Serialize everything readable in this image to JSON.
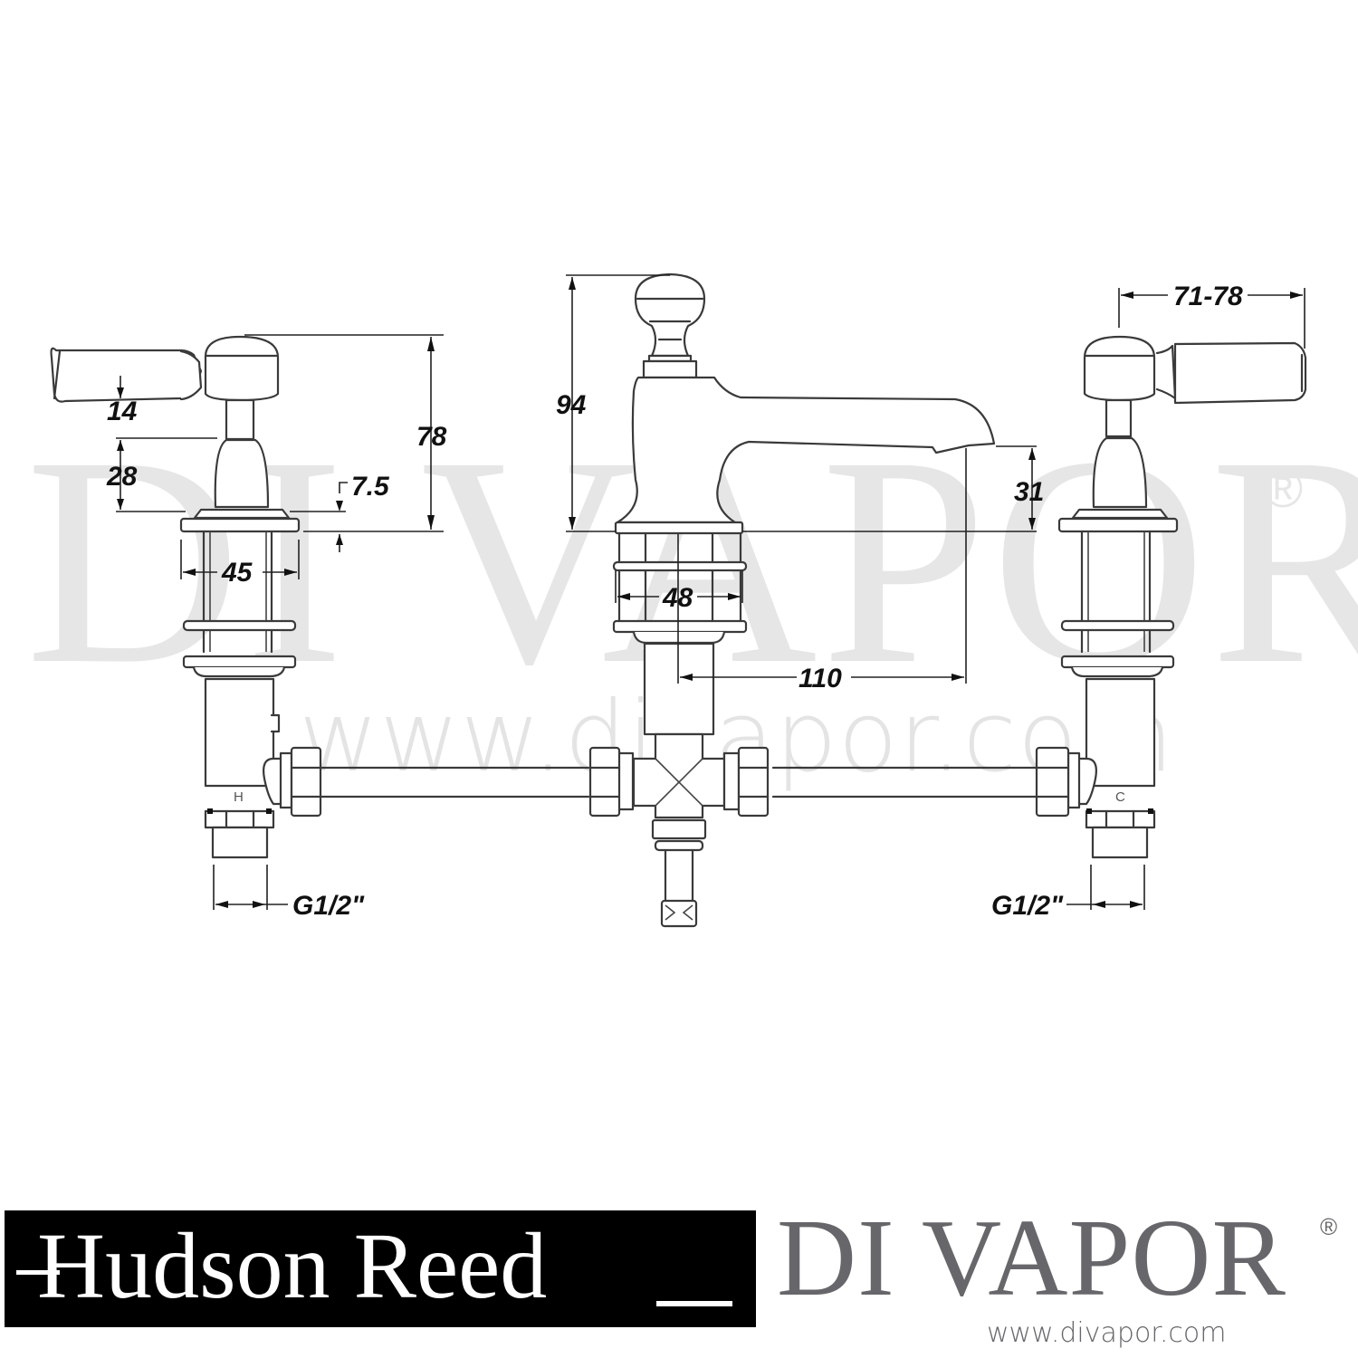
{
  "watermark": {
    "brand": "DI VAPOR",
    "registered": "®",
    "url": "www.divapor.com"
  },
  "drawing": {
    "title": "Three-hole basin mixer technical drawing",
    "dimensions": {
      "lever_to_body": "14",
      "body_height": "28",
      "base_thickness": "7.5",
      "handle_total_height": "78",
      "base_diameter_left": "45",
      "spout_height": "94",
      "spout_outlet_height": "31",
      "spout_base_diameter": "48",
      "spout_projection": "110",
      "lever_length": "71-78",
      "inlet_left": "G1/2\"",
      "inlet_right": "G1/2\""
    },
    "markers": {
      "hot": "H",
      "cold": "C"
    }
  },
  "footer": {
    "left_logo": "Hudson Reed",
    "right_logo": "DI VAPOR",
    "right_logo_registered": "®",
    "right_logo_url": "www.divapor.com",
    "left_logo_bg": "#000000",
    "right_logo_color": "#67676b"
  }
}
